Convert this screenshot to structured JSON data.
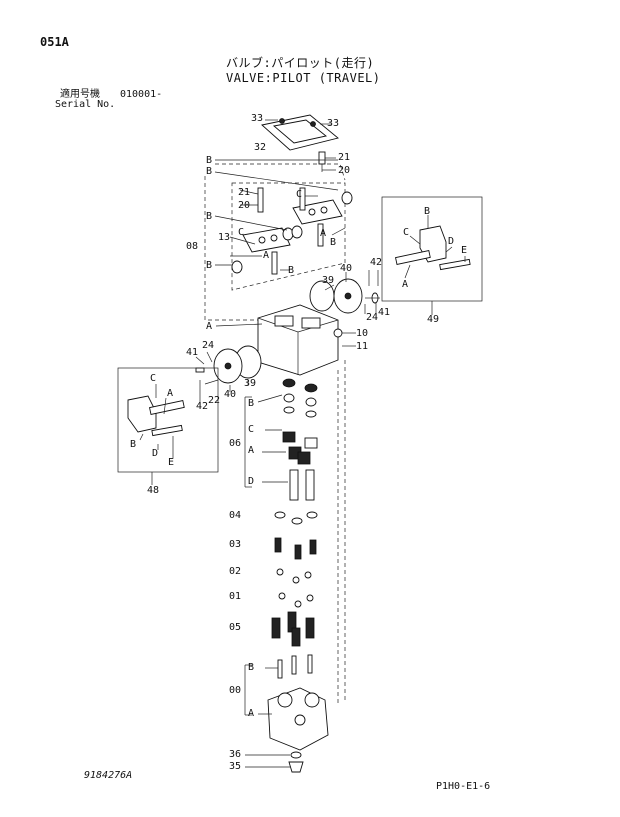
{
  "header": {
    "page_code": "051A",
    "title_jp": "バルブ:パイロット(走行)",
    "title_en": "VALVE:PILOT (TRAVEL)",
    "serial_label_jp": "適用号機",
    "serial_value": "010001-",
    "serial_label_en": "Serial No."
  },
  "labels": {
    "l33a": "33",
    "l33b": "33",
    "l32": "32",
    "l21a": "21",
    "l20a": "20",
    "l21b": "21",
    "l20b": "20",
    "l13": "13",
    "l08": "08",
    "bB1": "B",
    "bB2": "B",
    "bB3": "B",
    "bB4": "B",
    "bB5": "B",
    "bB6": "B",
    "bC1": "C",
    "bC2": "C",
    "bA1": "A",
    "bA2": "A",
    "bA3": "A",
    "r40": "40",
    "r42": "42",
    "r39": "39",
    "r24": "24",
    "r41": "41",
    "r10": "10",
    "r11": "11",
    "l41": "41",
    "l24": "24",
    "l42": "42",
    "l22": "22",
    "l40": "40",
    "l39": "39",
    "b49B": "B",
    "b49C": "C",
    "b49D": "D",
    "b49E": "E",
    "b49A": "A",
    "l49": "49",
    "b48C": "C",
    "b48A": "A",
    "b48B": "B",
    "b48D": "D",
    "b48E": "E",
    "l48": "48",
    "s06": "06",
    "s06B": "B",
    "s06C": "C",
    "s06A": "A",
    "s06D": "D",
    "s04": "04",
    "s03": "03",
    "s02": "02",
    "s01": "01",
    "s05": "05",
    "s00": "00",
    "s00B": "B",
    "s00A": "A",
    "s36": "36",
    "s35": "35"
  },
  "footer": {
    "drawing_no": "9184276A",
    "page_ref": "P1H0-E1-6"
  }
}
